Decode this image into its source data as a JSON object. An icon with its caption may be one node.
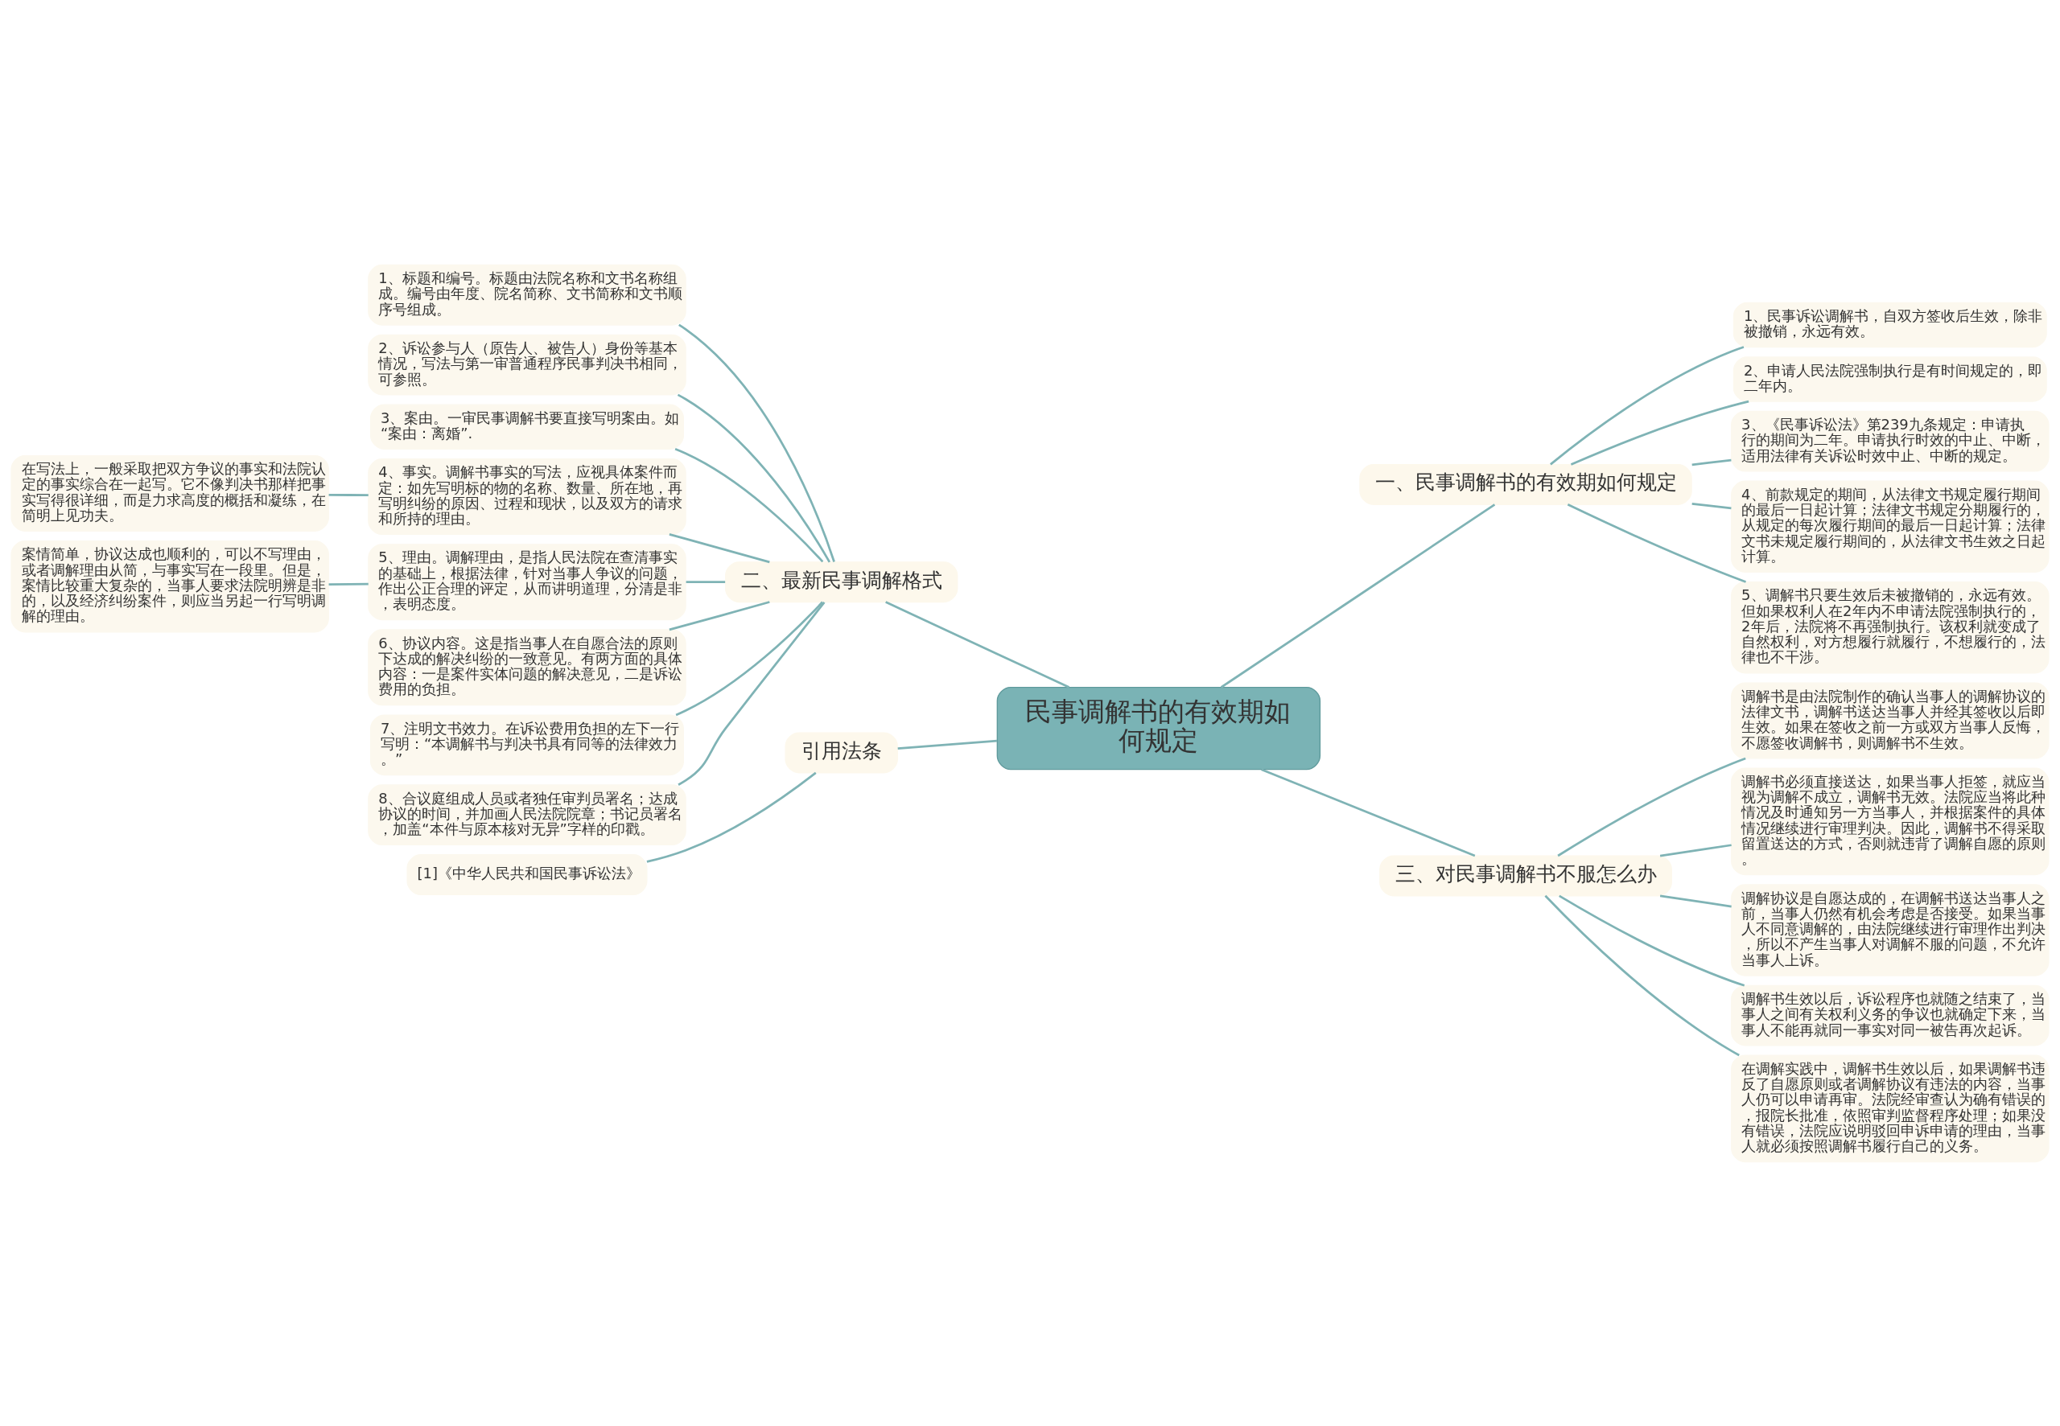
{
  "diagram": {
    "nodes": [
      {
        "text": [
          "民事调解书的有效期如何规定"
        ]
      },
      {
        "text": [
          "一、民事调解书的有效期如何规定"
        ]
      },
      {
        "text": [
          "1、民事诉讼调解书，自双方签收后生效，除非被撤销，永远有效。"
        ]
      },
      {
        "text": [
          "2、申请人民法院强制执行是有时间规定的，即二年内。"
        ]
      },
      {
        "text": [
          "3、《民事诉讼法》第239九条规定：申请执行的期间为二年。申请执行时效的中止、中断，适用法律有关诉讼时效中止、中断的规定。"
        ]
      },
      {
        "text": [
          "4、前款规定的期间，从法律文书规定履行期间的最后一日起计算；法律文书规定分期履行的，从规定的每次履行期间的最后一日起计算；法律文书未规定履行期间的，从法律文书生效之日起计算。"
        ]
      },
      {
        "text": [
          "5、调解书只要生效后未被撤销的，永远有效。但如果权利人在2年内不申请法院强制执行的，2年后，法院将不再强制执行。该权利就变成了自然权利，对方想履行就履行，不想履行的，法律也不干涉。"
        ]
      },
      {
        "text": [
          "二、最新民事调解格式"
        ]
      },
      {
        "text": [
          "1、标题和编号。标题由法院名称和文书名称组成。编号由年度、院名简称、文书简称和文书顺序号组成。"
        ]
      },
      {
        "text": [
          "2、诉讼参与人（原告人、被告人）身份等基本情况，写法与第一审普通程序民事判决书相同，可参照。"
        ]
      },
      {
        "text": [
          "3、案由。一审民事调解书要直接写明案由。如“案由：离婚”."
        ]
      },
      {
        "text": [
          "4、事实。调解书事实的写法，应视具体案件而定：如先写明标的物的名称、数量、所在地，再写明纠纷的原因、过程和现状，以及双方的请求和所持的理由。"
        ]
      },
      {
        "text": [
          "在写法上，一般采取把双方争议的事实和法院认定的事实综合在一起写。它不像判决书那样把事实写得很详细，而是力求高度的概括和凝练，在简明上见功夫。"
        ]
      },
      {
        "text": [
          "5、理由。调解理由，是指人民法院在查清事实的基础上，根据法律，针对当事人争议的问题，作出公正合理的评定，从而讲明道理，分清是非，表明态度。"
        ]
      },
      {
        "text": [
          "案情简单，协议达成也顺利的，可以不写理由，或者调解理由从简，与事实写在一段里。但是，案情比较重大复杂的，当事人要求法院明辨是非的，以及经济纠纷案件，则应当另起一行写明调解的理由。"
        ]
      },
      {
        "text": [
          "6、协议内容。这是指当事人在自愿合法的原则下达成的解决纠纷的一致意见。有两方面的具体内容：一是案件实体问题的解决意见，二是诉讼费用的负担。"
        ]
      },
      {
        "text": [
          "7、注明文书效力。在诉讼费用负担的左下一行写明：“本调解书与判决书具有同等的法律效力。”"
        ]
      },
      {
        "text": [
          "8、合议庭组成人员或者独任审判员署名；达成协议的时间，并加画人民法院院章；书记员署名，加盖“本件与原本核对无异”字样的印戳。"
        ]
      },
      {
        "text": [
          "三、对民事调解书不服怎么办"
        ]
      },
      {
        "text": [
          "调解书是由法院制作的确认当事人的调解协议的法律文书，调解书送达当事人并经其签收以后即生效。如果在签收之前一方或双方当事人反悔，不愿签收调解书，则调解书不生效。"
        ]
      },
      {
        "text": [
          "调解书必须直接送达，如果当事人拒签，就应当视为调解不成立，调解书无效。法院应当将此种情况及时通知另一方当事人，并根据案件的具体情况继续进行审理判决。因此，调解书不得采取留置送达的方式，否则就违背了调解自愿的原则。"
        ]
      },
      {
        "text": [
          "调解协议是自愿达成的，在调解书送达当事人之前，当事人仍然有机会考虑是否接受。如果当事人不同意调解的，由法院继续进行审理作出判决，所以不产生当事人对调解不服的问题，不允许当事人上诉。"
        ]
      },
      {
        "text": [
          "调解书生效以后，诉讼程序也就随之结束了，当事人之间有关权利义务的争议也就确定下来，当事人不能再就同一事实对同一被告再次起诉。"
        ]
      },
      {
        "text": [
          "在调解实践中，调解书生效以后，如果调解书违反了自愿原则或者调解协议有违法的内容，当事人仍可以申请再审。法院经审查认为确有错误的，报院长批准，依照审判监督程序处理；如果没有错误，法院应说明驳回申诉申请的理由，当事人就必须按照调解书履行自己的义务。"
        ]
      },
      {
        "text": [
          "引用法条"
        ]
      },
      {
        "text": [
          "[1]《中华人民共和国民事诉讼法》"
        ]
      }
    ],
    "edges": [
      {
        "from": 0,
        "to": 1,
        "arrow": "none"
      },
      {
        "from": 1,
        "to": 2,
        "arrow": "none"
      },
      {
        "from": 1,
        "to": 3,
        "arrow": "none"
      },
      {
        "from": 1,
        "to": 4,
        "arrow": "none"
      },
      {
        "from": 1,
        "to": 5,
        "arrow": "none"
      },
      {
        "from": 1,
        "to": 6,
        "arrow": "none"
      },
      {
        "from": 0,
        "to": 7,
        "arrow": "none"
      },
      {
        "from": 7,
        "to": 8,
        "arrow": "none"
      },
      {
        "from": 7,
        "to": 9,
        "arrow": "none"
      },
      {
        "from": 7,
        "to": 10,
        "arrow": "none"
      },
      {
        "from": 7,
        "to": 11,
        "arrow": "none"
      },
      {
        "from": 11,
        "to": 12,
        "arrow": "none"
      },
      {
        "from": 7,
        "to": 13,
        "arrow": "none"
      },
      {
        "from": 13,
        "to": 14,
        "arrow": "none"
      },
      {
        "from": 7,
        "to": 15,
        "arrow": "none"
      },
      {
        "from": 7,
        "to": 16,
        "arrow": "none"
      },
      {
        "from": 7,
        "to": 17,
        "arrow": "none"
      },
      {
        "from": 0,
        "to": 18,
        "arrow": "none"
      },
      {
        "from": 18,
        "to": 19,
        "arrow": "none"
      },
      {
        "from": 18,
        "to": 20,
        "arrow": "none"
      },
      {
        "from": 18,
        "to": 21,
        "arrow": "none"
      },
      {
        "from": 18,
        "to": 22,
        "arrow": "none"
      },
      {
        "from": 18,
        "to": 23,
        "arrow": "none"
      },
      {
        "from": 0,
        "to": 24,
        "arrow": "none"
      },
      {
        "from": 24,
        "to": 25,
        "arrow": "none"
      }
    ]
  }
}
